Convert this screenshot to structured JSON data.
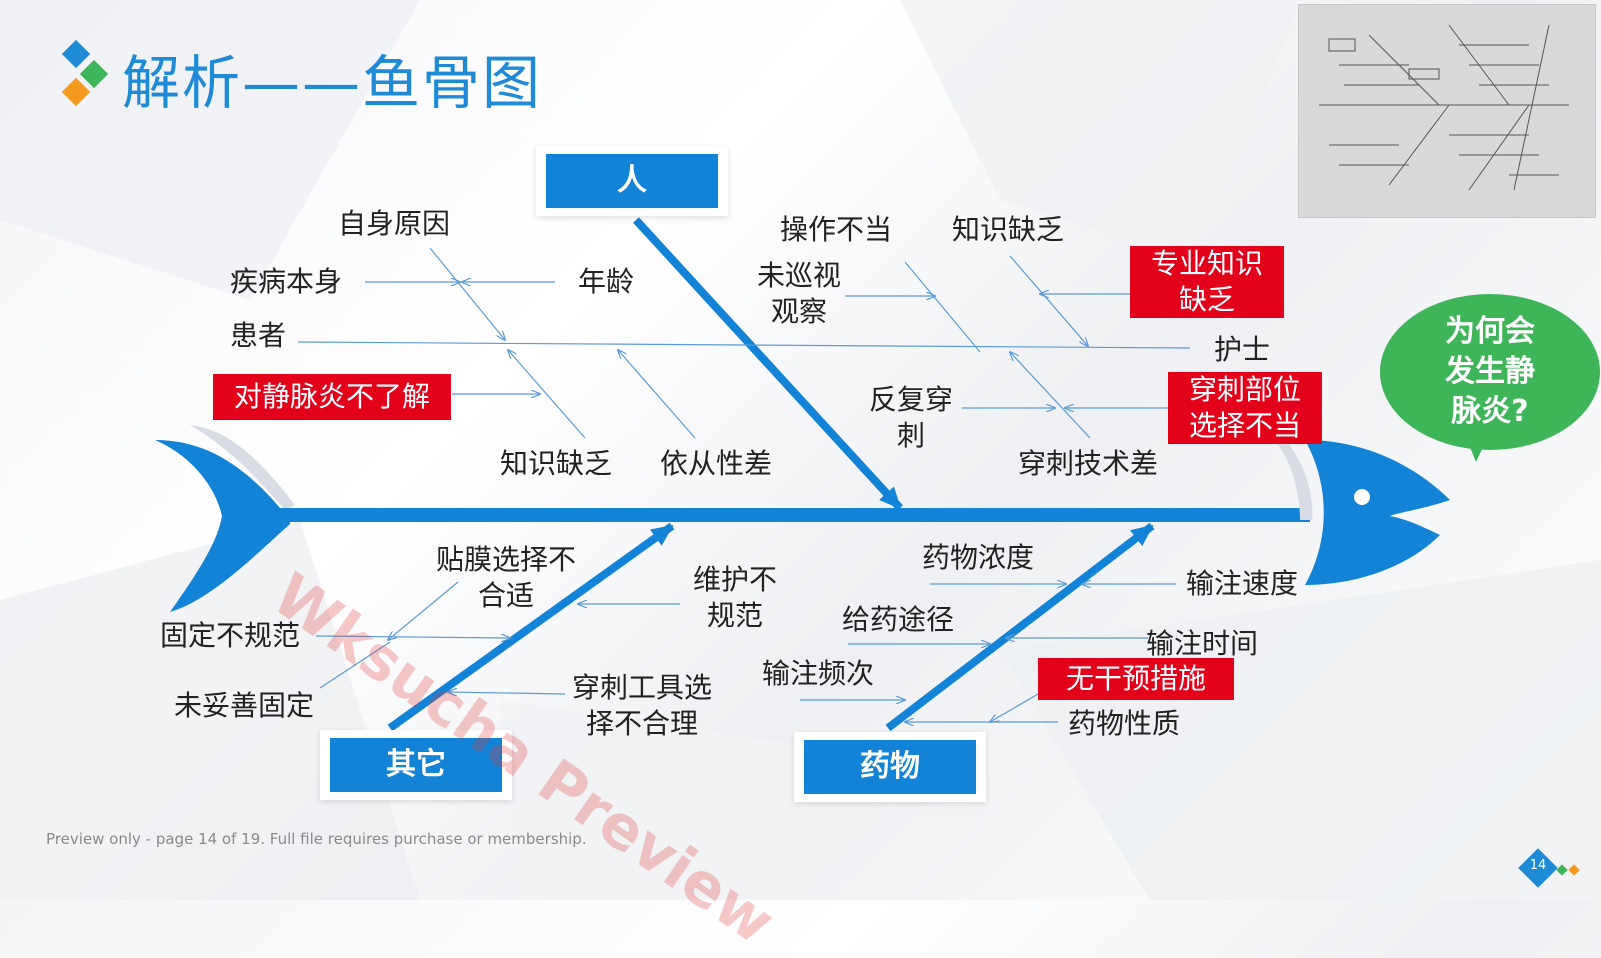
{
  "slide": {
    "title": "解析——鱼骨图",
    "effect": "为何会发生静脉炎?",
    "footer": "Preview only - page 14 of 19. Full file requires purchase or membership.",
    "page_number": "14",
    "watermark": "Wksucha Preview"
  },
  "categories": {
    "person": "人",
    "other": "其它",
    "drug": "药物"
  },
  "causes": {
    "self_reason": "自身原因",
    "disease": "疾病本身",
    "age": "年龄",
    "patient": "患者",
    "not_understand": "对静脉炎不了解",
    "knowledge_lack_patient": "知识缺乏",
    "poor_compliance": "依从性差",
    "improper_operation": "操作不当",
    "knowledge_lack_nurse": "知识缺乏",
    "no_patrol_1": "未巡视",
    "no_patrol_2": "观察",
    "lack_expertise_1": "专业知识",
    "lack_expertise_2": "缺乏",
    "nurse": "护士",
    "repeated_puncture_1": "反复穿",
    "repeated_puncture_2": "刺",
    "wrong_site_1": "穿刺部位",
    "wrong_site_2": "选择不当",
    "poor_technique": "穿刺技术差",
    "film_choice_1": "贴膜选择不",
    "film_choice_2": "合适",
    "maintenance_1": "维护不",
    "maintenance_2": "规范",
    "fixing_irregular": "固定不规范",
    "not_fixed": "未妥善固定",
    "tool_choice_1": "穿刺工具选",
    "tool_choice_2": "择不合理",
    "drug_concentration": "药物浓度",
    "infusion_speed": "输注速度",
    "admin_route": "给药途径",
    "infusion_time": "输注时间",
    "infusion_frequency": "输注频次",
    "no_intervention": "无干预措施",
    "drug_nature": "药物性质"
  },
  "colors": {
    "brand_blue": "#1283d6",
    "title_blue": "#1f8ad6",
    "highlight_red": "#e3001b",
    "bubble_green": "#3fb55a",
    "thin_line": "#5b9bd5"
  }
}
